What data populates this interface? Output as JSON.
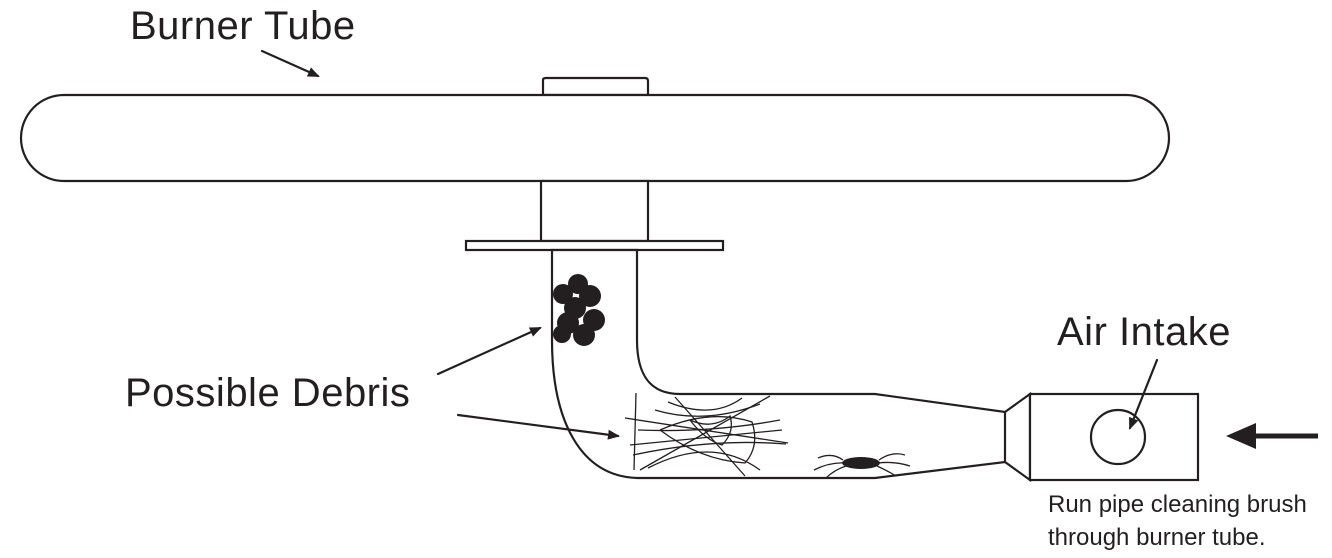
{
  "labels": {
    "burner_tube": "Burner Tube",
    "possible_debris": "Possible Debris",
    "air_intake": "Air Intake",
    "instruction_line1": "Run pipe cleaning brush",
    "instruction_line2": "through burner tube."
  },
  "colors": {
    "ink": "#231f20",
    "background": "#ffffff"
  }
}
